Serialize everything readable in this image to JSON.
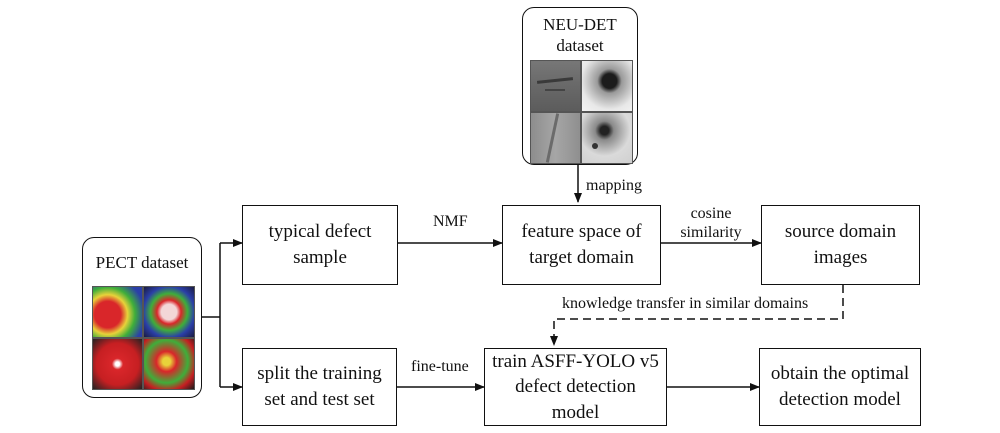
{
  "datasets": {
    "neu": {
      "title_line1": "NEU-DET",
      "title_line2": "dataset"
    },
    "pect": {
      "title": "PECT  dataset"
    }
  },
  "boxes": {
    "typical_defect": {
      "line1": "typical defect",
      "line2": "sample"
    },
    "feature_space": {
      "line1": "feature space of",
      "line2": "target domain"
    },
    "source_domain": {
      "line1": "source domain",
      "line2": "images"
    },
    "split": {
      "line1": "split the training",
      "line2": "set and test set"
    },
    "train": {
      "line1": "train ASFF-YOLO v5",
      "line2": "defect detection model"
    },
    "obtain": {
      "line1": "obtain the optimal",
      "line2": "detection model"
    }
  },
  "edges": {
    "mapping": "mapping",
    "nmf": "NMF",
    "cosine_line1": "cosine",
    "cosine_line2": "similarity",
    "knowledge": "knowledge transfer in similar domains",
    "finetune": "fine-tune"
  },
  "colors": {
    "line": "#111111",
    "pect_red": "#d9262a",
    "pect_green": "#3fae3a",
    "pect_blue": "#2b3fa8"
  }
}
